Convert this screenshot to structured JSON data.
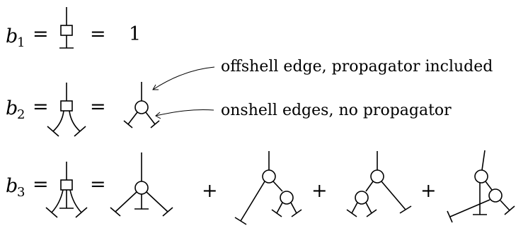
{
  "rows": [
    {
      "symbol": "b",
      "index": "1",
      "equals": "=",
      "rhs_equals": "=",
      "rhs_value": "1"
    },
    {
      "symbol": "b",
      "index": "2",
      "equals": "=",
      "rhs_equals": "="
    },
    {
      "symbol": "b",
      "index": "3",
      "equals": "=",
      "rhs_equals": "=",
      "plus": [
        "+",
        "+",
        "+"
      ]
    }
  ],
  "annotations": {
    "offshell": "offshell edge, propagator included",
    "onshell": "onshell edges, no propagator"
  }
}
